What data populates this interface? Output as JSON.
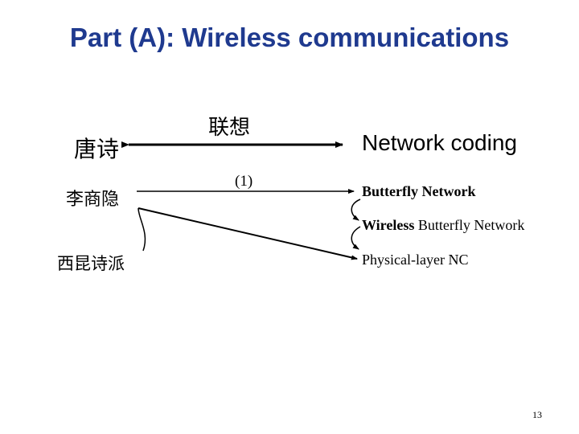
{
  "title": "Part (A): Wireless communications",
  "left": {
    "tang_poetry": "唐诗",
    "li_shangyin": "李商隐",
    "xikun_school": "西昆诗派"
  },
  "middle": {
    "association": "联想",
    "one": "(1)"
  },
  "right": {
    "network_coding": "Network coding",
    "butterfly_network": "Butterfly Network",
    "wireless_prefix": "Wireless",
    "wireless_rest": " Butterfly Network",
    "physical_layer_nc": "Physical-layer NC"
  },
  "page_number": "13",
  "colors": {
    "title": "#1f3a8f",
    "text": "#000000",
    "arrow": "#000000"
  }
}
